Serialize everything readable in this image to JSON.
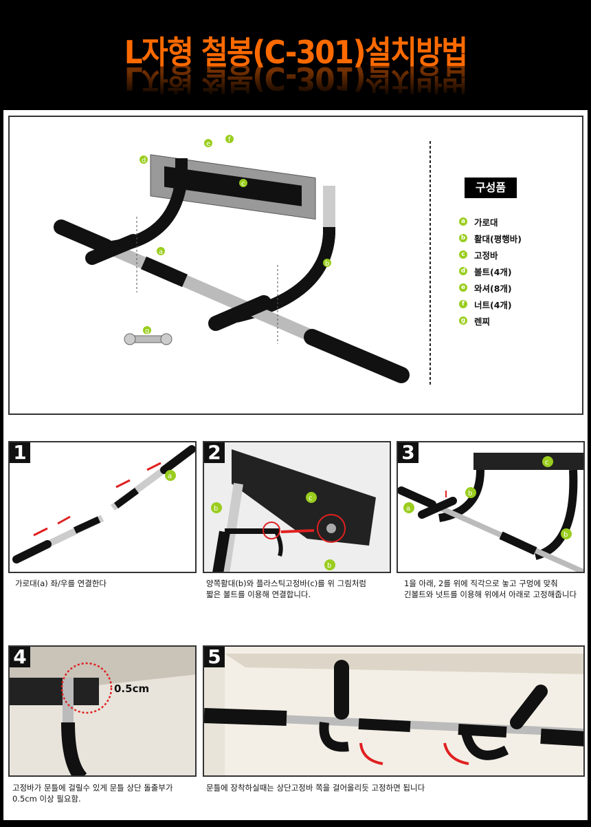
{
  "title": "L자형 철봉(C-301)설치방법",
  "parts": {
    "heading": "구성품",
    "items": [
      {
        "key": "a",
        "label": "가로대"
      },
      {
        "key": "b",
        "label": "활대(평행바)"
      },
      {
        "key": "c",
        "label": "고정바"
      },
      {
        "key": "d",
        "label": "볼트(4개)"
      },
      {
        "key": "e",
        "label": "와셔(8개)"
      },
      {
        "key": "f",
        "label": "너트(4개)"
      },
      {
        "key": "g",
        "label": "렌찌"
      }
    ]
  },
  "steps": [
    {
      "number": "1",
      "caption_lines": [
        "가로대(a) 좌/우를 연결한다"
      ]
    },
    {
      "number": "2",
      "caption_lines": [
        "양쪽활대(b)와 플라스틱고정바(c)를 위 그림처럼",
        "짧은 볼트를 이용해 연결합니다."
      ]
    },
    {
      "number": "3",
      "caption_lines": [
        "1을 아래, 2를 위에 직각으로 놓고 구멍에 맞춰",
        "긴볼트와 넛트를 이용해 위에서 아래로 고정해줍니다"
      ]
    },
    {
      "number": "4",
      "caption_lines": [
        "고정바가 문틀에 걸릴수 있게 문틀 상단 돌출부가",
        "0.5cm 이상 필요함."
      ],
      "annotation": "0.5cm"
    },
    {
      "number": "5",
      "caption_lines": [
        "문틀에 장착하실때는 상단고정바 쪽을 걸어올리듯 고정하면 됩니다"
      ]
    }
  ],
  "colors": {
    "title": "#ff6a00",
    "label_dot": "#9acd1e",
    "arrow": "#e02020"
  }
}
